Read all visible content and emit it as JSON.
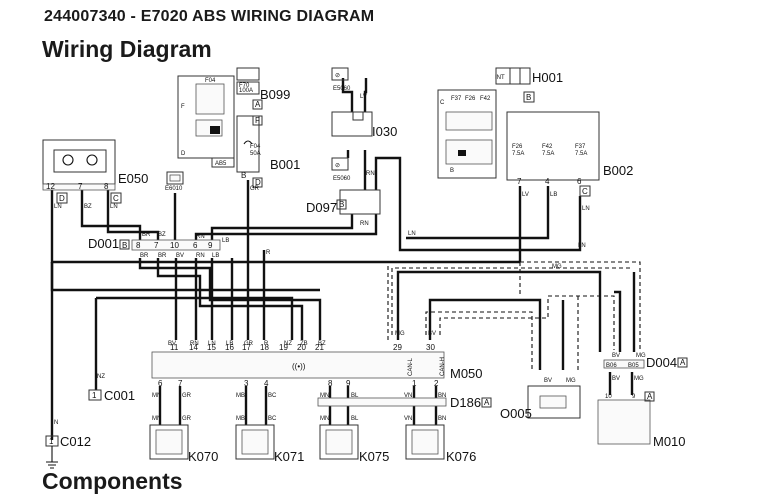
{
  "page": {
    "title": "244007340 - E7020 ABS WIRING DIAGRAM",
    "section_wiring": "Wiring Diagram",
    "section_components": "Components"
  },
  "components": {
    "E050": "E050",
    "E6010": "E6010",
    "D001": "D001",
    "B099": "B099",
    "B001": "B001",
    "I030": "I030",
    "D097": "D097",
    "H001": "H001",
    "B002": "B002",
    "M050": "M050",
    "D186": "D186",
    "C001": "C001",
    "C012": "C012",
    "K070": "K070",
    "K071": "K071",
    "K075": "K075",
    "K076": "K076",
    "O005": "O005",
    "D004": "D004",
    "M010": "M010",
    "E5060a": "E5060",
    "E5060b": "E5060",
    "AB5": "AB5",
    "INT": "INT"
  },
  "tags": {
    "A": "A",
    "B": "B",
    "C": "C",
    "D": "D",
    "F": "F"
  },
  "fuses": {
    "F04": "F04",
    "F04_50A": "F04\n50A",
    "F70_100A": "F70\n100A",
    "F37": "F37",
    "F26": "F26",
    "F42": "F42",
    "F26_75A": "F26\n7.5A",
    "F42_75A": "F42\n7.5A",
    "F37_75A": "F37\n7.5A"
  },
  "wire_colors": [
    "LN",
    "BZ",
    "BR",
    "BV",
    "RN",
    "LB",
    "R",
    "LV",
    "GN",
    "ZB",
    "NZ",
    "MN",
    "VN",
    "BN",
    "BC",
    "BL",
    "MB",
    "MG",
    "B",
    "N",
    "GR",
    "RV"
  ],
  "m050_pins": [
    "11",
    "14",
    "15",
    "16",
    "17",
    "18",
    "19",
    "20",
    "21",
    "29",
    "30"
  ],
  "m050_pins_bottom": [
    "6",
    "7",
    "3",
    "4",
    "8",
    "9",
    "1",
    "2"
  ],
  "d001_pins": [
    "8",
    "7",
    "10",
    "6",
    "9"
  ],
  "e050_pins": [
    "12",
    "7",
    "8"
  ],
  "b002_pins": [
    "7",
    "4",
    "6"
  ],
  "m050_can": [
    "CAN-L",
    "CAN-H"
  ],
  "d004_pins": [
    "B06",
    "B05"
  ],
  "m010_pins": [
    "10",
    "9"
  ]
}
